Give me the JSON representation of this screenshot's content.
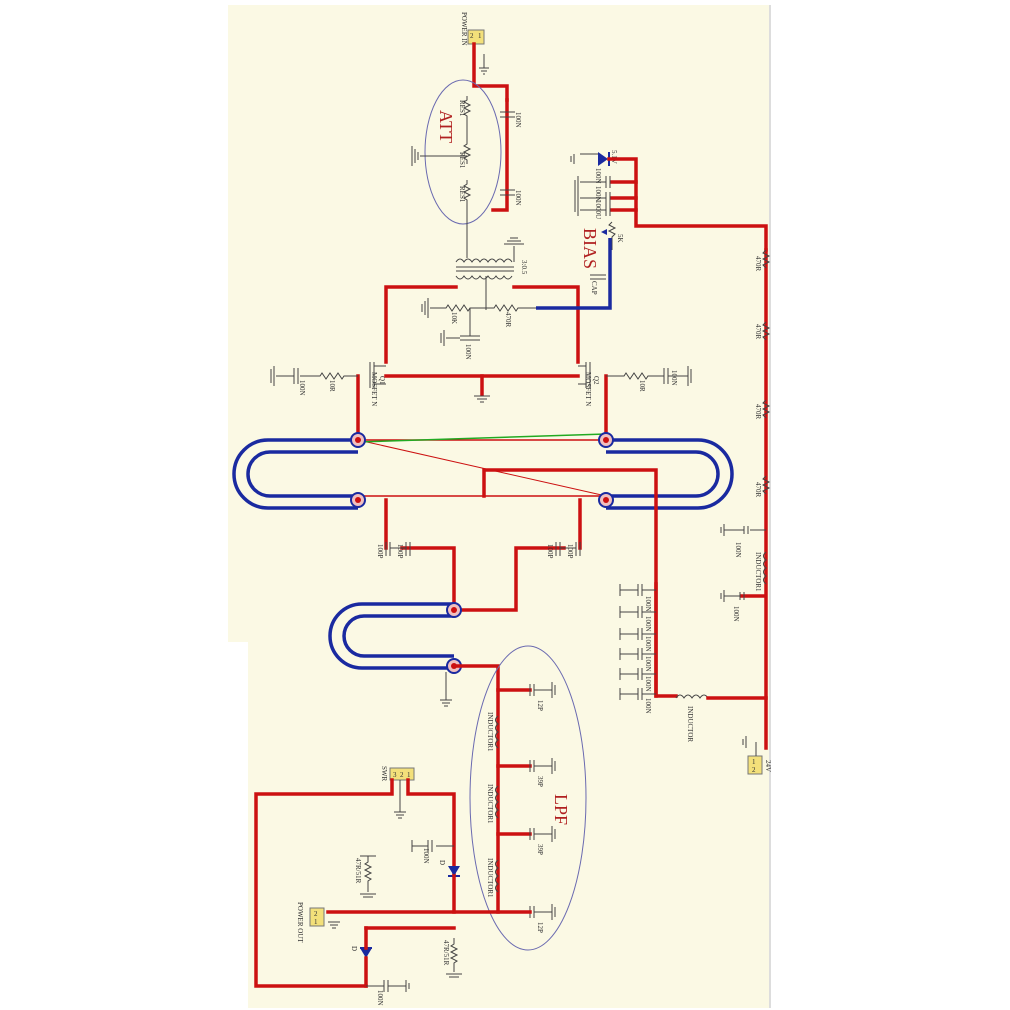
{
  "colors": {
    "paper": "#fbf9e4",
    "wire_red": "#cc1111",
    "wire_blue": "#1a2aa0",
    "net_green": "#22aa22",
    "text": "#333333",
    "group_outline": "#6a6ab0",
    "group_label": "#b02020"
  },
  "blocks": {
    "att": "ATT",
    "bias": "BIAS",
    "lpf": "LPF"
  },
  "connectors": {
    "power_in": "POWER IN",
    "power_out": "POWER OUT",
    "swr": "SWR",
    "supply": "24V"
  },
  "att_parts": {
    "r1": "RES1",
    "r2": "RES1",
    "r3": "RES1",
    "c1": "100N",
    "c2": "100N"
  },
  "bias_parts": {
    "zener": "5.1V",
    "c1": "100N",
    "c2": "100N",
    "c3": "1000U",
    "pot": "5K",
    "cap": "CAP",
    "r1": "10K",
    "r2": "470R",
    "c4": "100N"
  },
  "transformer": "3:0.5",
  "mosfets": {
    "q1": "Q1",
    "q1_type": "MOSFET N",
    "q2": "Q2",
    "q2_type": "MOSFET N",
    "r_left": "10R",
    "c_left": "100N",
    "r_right": "10R",
    "c_right": "100N"
  },
  "coupling_caps": [
    "100P",
    "100P",
    "100P",
    "100P"
  ],
  "supply_chain": {
    "r1": "470R",
    "r2": "470R",
    "r3": "470R",
    "r4": "470R",
    "c1": "100N",
    "choke1": "INDUCTOR1",
    "c2": "100N",
    "decoupling": [
      "100N",
      "100N",
      "100N",
      "100N",
      "100N",
      "100N"
    ],
    "choke2": "INDUCTOR"
  },
  "lpf_parts": {
    "c1": "12P",
    "l1": "INDUCTOR1",
    "c2": "39P",
    "l2": "INDUCTOR1",
    "c3": "39P",
    "l3": "INDUCTOR1",
    "c4": "12P"
  },
  "swr_parts": {
    "r_fwd": "47R/51R",
    "d_fwd": "D",
    "c_fwd": "100N",
    "r_ref": "47R/51R",
    "d_ref": "D",
    "c_ref": "100N"
  }
}
